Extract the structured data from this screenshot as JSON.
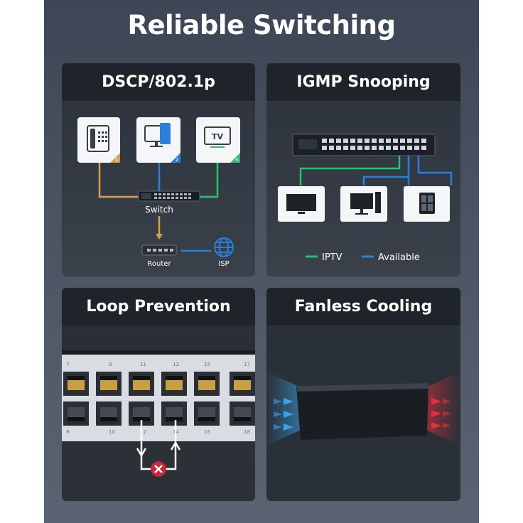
{
  "title": "Reliable Switching",
  "panels": {
    "dscp": {
      "heading": "DSCP/802.1p",
      "devices": [
        {
          "icon": "phone-icon",
          "priority": "1"
        },
        {
          "icon": "monitor-icon",
          "priority": "2"
        },
        {
          "icon": "tv-icon",
          "label": "TV",
          "priority": "3"
        }
      ],
      "switch_label": "Switch",
      "router_label": "Router",
      "isp_label": "ISP"
    },
    "igmp": {
      "heading": "IGMP Snooping",
      "legend": [
        {
          "label": "IPTV",
          "color": "#2fbf71"
        },
        {
          "label": "Available",
          "color": "#2b7fd8"
        }
      ]
    },
    "loop": {
      "heading": "Loop Prevention",
      "port_numbers_top": [
        "7",
        "9",
        "11",
        "13",
        "15",
        "17"
      ],
      "port_numbers_bottom": [
        "8",
        "10",
        "12",
        "14",
        "16",
        "18"
      ]
    },
    "fanless": {
      "heading": "Fanless Cooling"
    }
  },
  "colors": {
    "orange_line": "#d9a050",
    "blue_line": "#2b7fd8",
    "green_line": "#2fbf71",
    "blocked": "#c62a3a",
    "cool_air": "#3aa3e8",
    "hot_air": "#e0303a"
  }
}
